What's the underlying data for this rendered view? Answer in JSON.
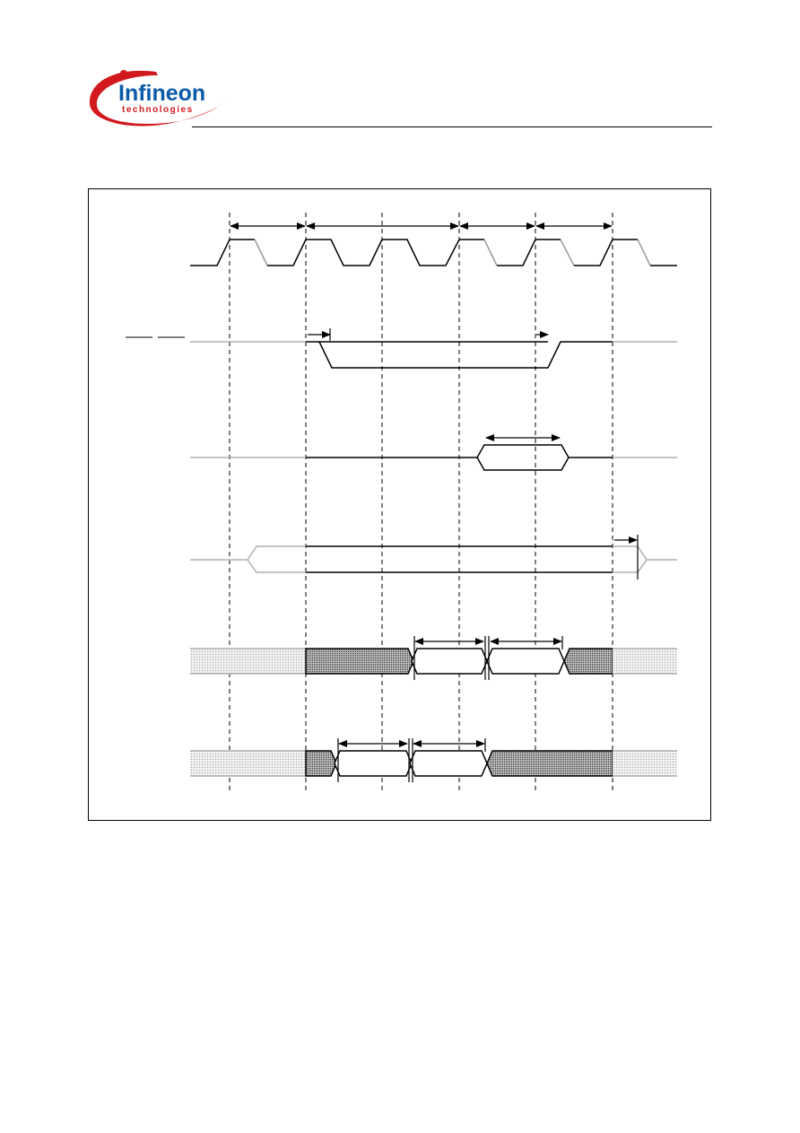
{
  "brand": {
    "name": "Infineon",
    "tagline": "technologies",
    "red": "#d2191e",
    "blue": "#0a5aa8"
  },
  "diagram": {
    "type": "timing-diagram",
    "signals": [
      {
        "kind": "clock"
      },
      {
        "kind": "strobe",
        "overbar": true
      },
      {
        "kind": "single-window"
      },
      {
        "kind": "long-window"
      },
      {
        "kind": "data-bus-a"
      },
      {
        "kind": "data-bus-b"
      }
    ],
    "colors": {
      "line": "#000000",
      "inactive": "#b0b0b0",
      "hatch_light": "#d8d8d8",
      "hatch_dark": "#8a8a8a"
    }
  }
}
